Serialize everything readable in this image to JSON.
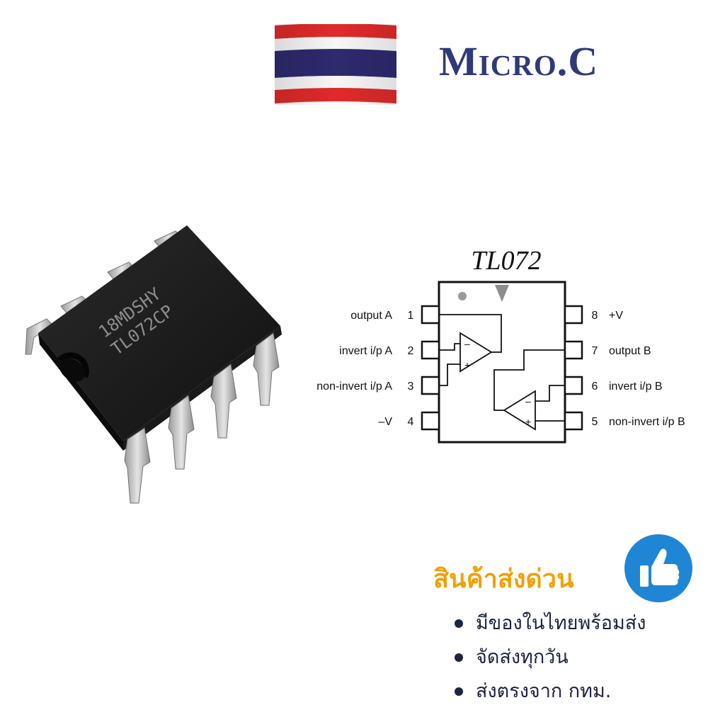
{
  "brand": {
    "name": "Micro.C"
  },
  "flag": {
    "colors": [
      "#e02a2a",
      "#ffffff",
      "#2d2a6e",
      "#ffffff",
      "#e02a2a"
    ]
  },
  "ic_photo": {
    "marking_line1": "18MDSHY",
    "marking_line2": "TL072CP"
  },
  "diagram": {
    "title": "TL072",
    "left_pins": [
      {
        "label": "output A",
        "number": "1"
      },
      {
        "label": "invert i/p A",
        "number": "2"
      },
      {
        "label": "non-invert i/p A",
        "number": "3"
      },
      {
        "label": "–V",
        "number": "4"
      }
    ],
    "right_pins": [
      {
        "number": "8",
        "label": "+V"
      },
      {
        "number": "7",
        "label": "output B"
      },
      {
        "number": "6",
        "label": "invert i/p B"
      },
      {
        "number": "5",
        "label": "non-invert i/p B"
      }
    ],
    "opamp_a": {
      "minus": "–",
      "plus": "+"
    },
    "opamp_b": {
      "minus": "–",
      "plus": "+"
    }
  },
  "promo": {
    "title": "สินค้าส่งด่วน",
    "bullets": [
      "มีของในไทยพร้อมส่ง",
      "จัดส่งทุกวัน",
      "ส่งตรงจาก กทม."
    ],
    "badge_icon": "thumbs-up-icon",
    "colors": {
      "title": "#f2a000",
      "badge": "#1f86d6",
      "text": "#1c2446"
    }
  }
}
